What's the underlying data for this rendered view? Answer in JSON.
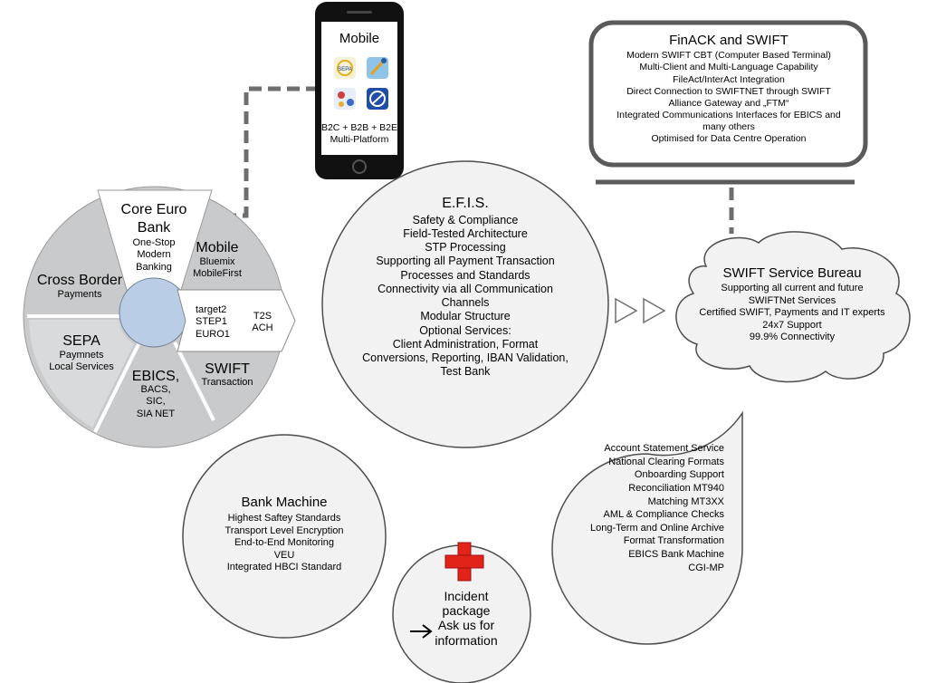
{
  "mobile": {
    "title": "Mobile",
    "line1": "B2C + B2B + B2E",
    "line2": "Multi-Platform"
  },
  "finack": {
    "title": "FinACK and SWIFT",
    "lines": [
      "Modern SWIFT CBT (Computer Based Terminal)",
      "Multi-Client and Multi-Language Capability",
      "FileAct/InterAct Integration",
      "Direct Connection to SWIFTNET through SWIFT",
      "Alliance Gateway and „FTM“",
      "Integrated Communications Interfaces for EBICS and",
      "many others",
      "Optimised for Data Centre Operation"
    ]
  },
  "wheel": {
    "core": [
      "Core Euro",
      "Bank"
    ],
    "core_sub": [
      "One-Stop",
      "Modern",
      "Banking"
    ],
    "mobile_title": "Mobile",
    "mobile_sub": [
      "Bluemix",
      "MobileFirst"
    ],
    "cross_title": "Cross Border",
    "cross_sub": "Payments",
    "sepa_title": "SEPA",
    "sepa_sub": [
      "Paymnets",
      "Local Services"
    ],
    "ebics_title": "EBICS,",
    "ebics_sub": [
      "BACS,",
      "SIC,",
      "SIA NET"
    ],
    "swift_title": "SWIFT",
    "swift_sub": "Transaction",
    "arrow_left": [
      "target2",
      "STEP1",
      "EURO1"
    ],
    "arrow_right": [
      "T2S",
      "ACH"
    ]
  },
  "efis": {
    "title": "E.F.I.S.",
    "lines": [
      "Safety & Compliance",
      "Field-Tested Architecture",
      "STP Processing",
      "Supporting all Payment Transaction",
      "Processes and Standards",
      "Connectivity via all Communication",
      "Channels",
      "Modular Structure",
      "Optional Services:",
      "Client Administration, Format",
      "Conversions, Reporting, IBAN Validation,",
      "Test Bank"
    ]
  },
  "bureau": {
    "title": "SWIFT Service Bureau",
    "lines": [
      "Supporting all current and future",
      "SWIFTNet Services",
      "Certified SWIFT, Payments and IT experts",
      "24x7 Support",
      "99.9% Connectivity"
    ]
  },
  "services": {
    "lines": [
      "Account Statement Service",
      "National Clearing Formats",
      "Onboarding Support",
      "Reconciliation MT940",
      "Matching MT3XX",
      "AML & Compliance Checks",
      "Long-Term and Online Archive",
      "Format Transformation",
      "EBICS Bank Machine",
      "CGI-MP"
    ]
  },
  "bank_machine": {
    "title": "Bank Machine",
    "lines": [
      "Highest Saftey Standards",
      "Transport Level Encryption",
      "End-to-End Monitoring",
      "VEU",
      "Integrated HBCI Standard"
    ]
  },
  "incident": {
    "lines": [
      "Incident",
      "package",
      "Ask us for",
      "information"
    ]
  },
  "colors": {
    "wheel_gray": "#c9cacb",
    "wheel_light": "#d9dadb",
    "hub_blue": "#b9cde6",
    "circle_fill": "#f2f2f2",
    "outline": "#4d4d4d",
    "cross_red": "#e2231a"
  }
}
